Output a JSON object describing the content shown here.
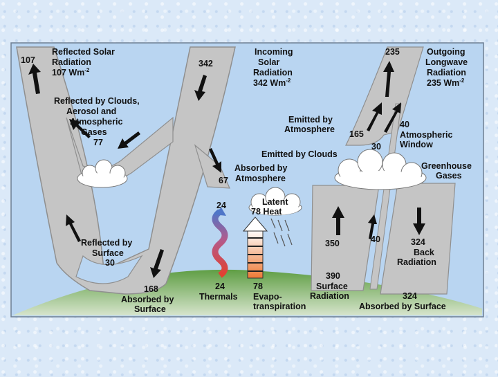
{
  "reflected_solar": {
    "value": "107",
    "title": [
      "Reflected Solar",
      "Radiation"
    ],
    "unit": "107 Wm",
    "exp": "-2"
  },
  "incoming_solar": {
    "value": "342",
    "title": [
      "Incoming",
      "Solar",
      "Radiation"
    ],
    "unit": "342 Wm",
    "exp": "-2"
  },
  "outgoing_longwave": {
    "value": "235",
    "title": [
      "Outgoing",
      "Longwave",
      "Radiation"
    ],
    "unit": "235 Wm",
    "exp": "-2"
  },
  "reflected_clouds": {
    "title": [
      "Reflected by Clouds,",
      "Aerosol and",
      "Atmospheric",
      "Gases"
    ],
    "value": "77"
  },
  "emitted_atmosphere": {
    "title": [
      "Emitted by",
      "Atmosphere"
    ],
    "value": "165"
  },
  "atmospheric_window": {
    "value": "40",
    "title": [
      "Atmospheric",
      "Window"
    ]
  },
  "emitted_clouds": {
    "title": "Emitted by Clouds",
    "value": "30"
  },
  "absorbed_atmosphere": {
    "value": "67",
    "title": [
      "Absorbed by",
      "Atmosphere"
    ]
  },
  "greenhouse": {
    "title": [
      "Greenhouse",
      "Gases"
    ]
  },
  "latent_heat": {
    "title": "Latent",
    "value_label": "78 Heat"
  },
  "thermals": {
    "value": "24",
    "bottom_value": "24",
    "title": "Thermals"
  },
  "evapotranspiration": {
    "value": "78",
    "title": [
      "Evapo-",
      "transpiration"
    ]
  },
  "reflected_surface": {
    "title": [
      "Reflected by",
      "Surface"
    ],
    "value": "30"
  },
  "absorbed_surface": {
    "value": "168",
    "title": [
      "Absorbed by",
      "Surface"
    ]
  },
  "surface_radiation": {
    "upward": "350",
    "total": "390",
    "title": [
      "Surface",
      "Radiation"
    ],
    "window": "40"
  },
  "back_radiation": {
    "value": "324",
    "title": [
      "Back",
      "Radiation"
    ]
  },
  "absorbed_by_surface_back": {
    "value": "324",
    "title": "Absorbed by Surface"
  },
  "colors": {
    "panel": "#b8d4f0",
    "band": "#c4c4c4",
    "band_edge": "#8a8a8a",
    "ground": "#6ea84e",
    "thermals": "#d9453e",
    "evap": "#f08a3a"
  }
}
